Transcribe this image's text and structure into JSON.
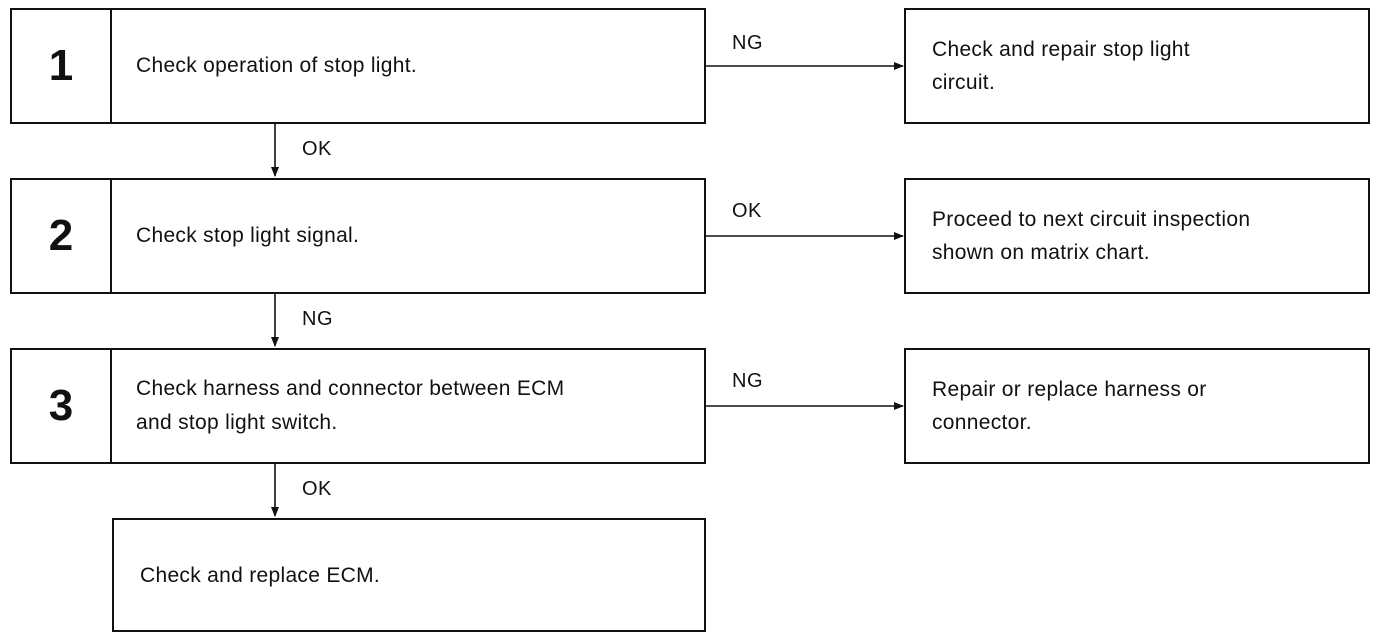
{
  "steps": [
    {
      "number": "1",
      "text": "Check operation of stop light."
    },
    {
      "number": "2",
      "text": "Check stop light signal."
    },
    {
      "number": "3",
      "text": "Check harness and connector between ECM and stop light switch."
    }
  ],
  "final_step": {
    "text": "Check and replace ECM."
  },
  "results": [
    {
      "branch_label": "NG",
      "text": "Check and repair stop light\ncircuit."
    },
    {
      "branch_label": "OK",
      "text": "Proceed to next circuit inspection\nshown on matrix chart."
    },
    {
      "branch_label": "NG",
      "text": "Repair or replace harness or\nconnector."
    }
  ],
  "down_labels": [
    "OK",
    "NG",
    "OK"
  ]
}
